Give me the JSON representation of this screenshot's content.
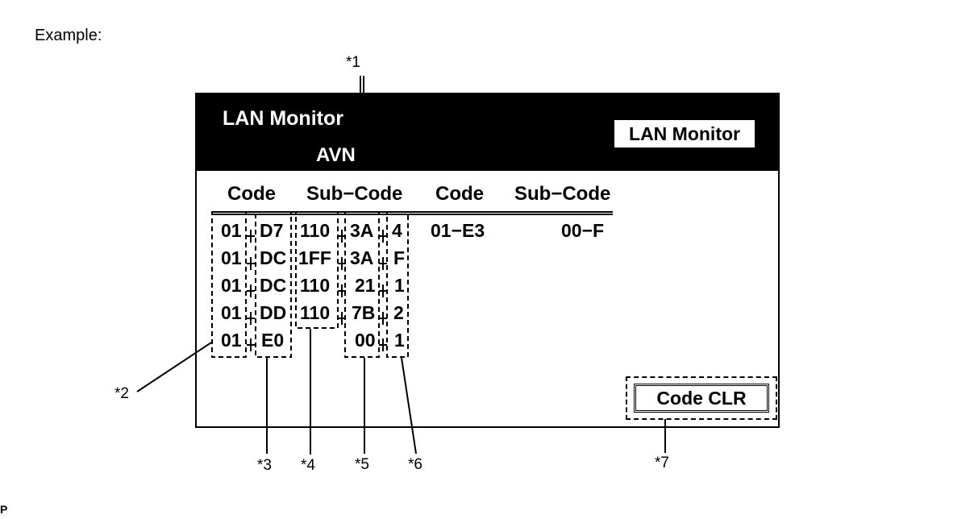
{
  "example_label": "Example:",
  "footer_mark": "P",
  "screen": {
    "title": "LAN Monitor",
    "subtitle": "AVN",
    "header_button": "LAN Monitor",
    "columns": [
      "Code",
      "Sub−Code",
      "Code",
      "Sub−Code"
    ],
    "rows": [
      [
        "01",
        "D7",
        "110",
        "3A",
        "4"
      ],
      [
        "01",
        "DC",
        "1FF",
        "3A",
        "F"
      ],
      [
        "01",
        "DC",
        "110",
        "21",
        "1"
      ],
      [
        "01",
        "DD",
        "110",
        "7B",
        "2"
      ],
      [
        "01",
        "E0",
        "",
        "00",
        "1"
      ]
    ],
    "second_code": "01−E3",
    "second_subcode": "00−F",
    "clear_button": "Code CLR"
  },
  "callouts": [
    "*1",
    "*2",
    "*3",
    "*4",
    "*5",
    "*6",
    "*7"
  ]
}
